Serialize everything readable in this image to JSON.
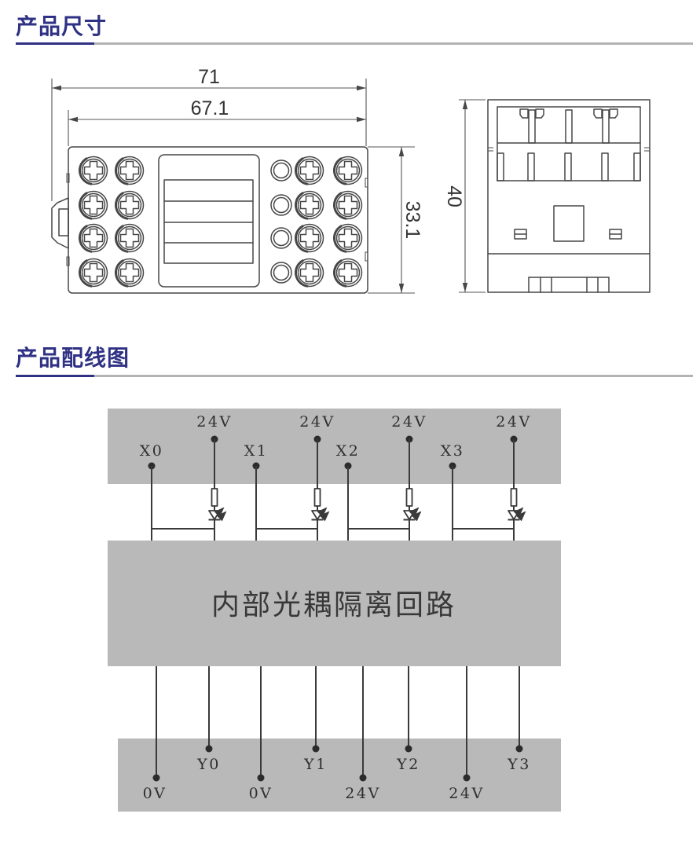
{
  "page": {
    "background": "#ffffff",
    "accent_navy": "#2f3184",
    "rule_gray": "#b3b3b3",
    "diagram_gray": "#b9b9b9",
    "line_color": "#3a3a3a"
  },
  "dimensions_section": {
    "title": "产品尺寸",
    "front_view": {
      "total_width": "71",
      "body_width": "67.1",
      "body_height": "33.1"
    },
    "side_view": {
      "total_height": "40"
    }
  },
  "wiring_section": {
    "title": "产品配线图",
    "isolation_box_label": "内部光耦隔离回路",
    "top_row": [
      {
        "label": "X0"
      },
      {
        "label": "24V"
      },
      {
        "label": "X1"
      },
      {
        "label": "24V"
      },
      {
        "label": "X2"
      },
      {
        "label": "24V"
      },
      {
        "label": "X3"
      },
      {
        "label": "24V"
      }
    ],
    "bottom_row": [
      {
        "label": "0V"
      },
      {
        "label": "Y0"
      },
      {
        "label": "0V"
      },
      {
        "label": "Y1"
      },
      {
        "label": "24V"
      },
      {
        "label": "Y2"
      },
      {
        "label": "24V"
      },
      {
        "label": "Y3"
      }
    ]
  }
}
